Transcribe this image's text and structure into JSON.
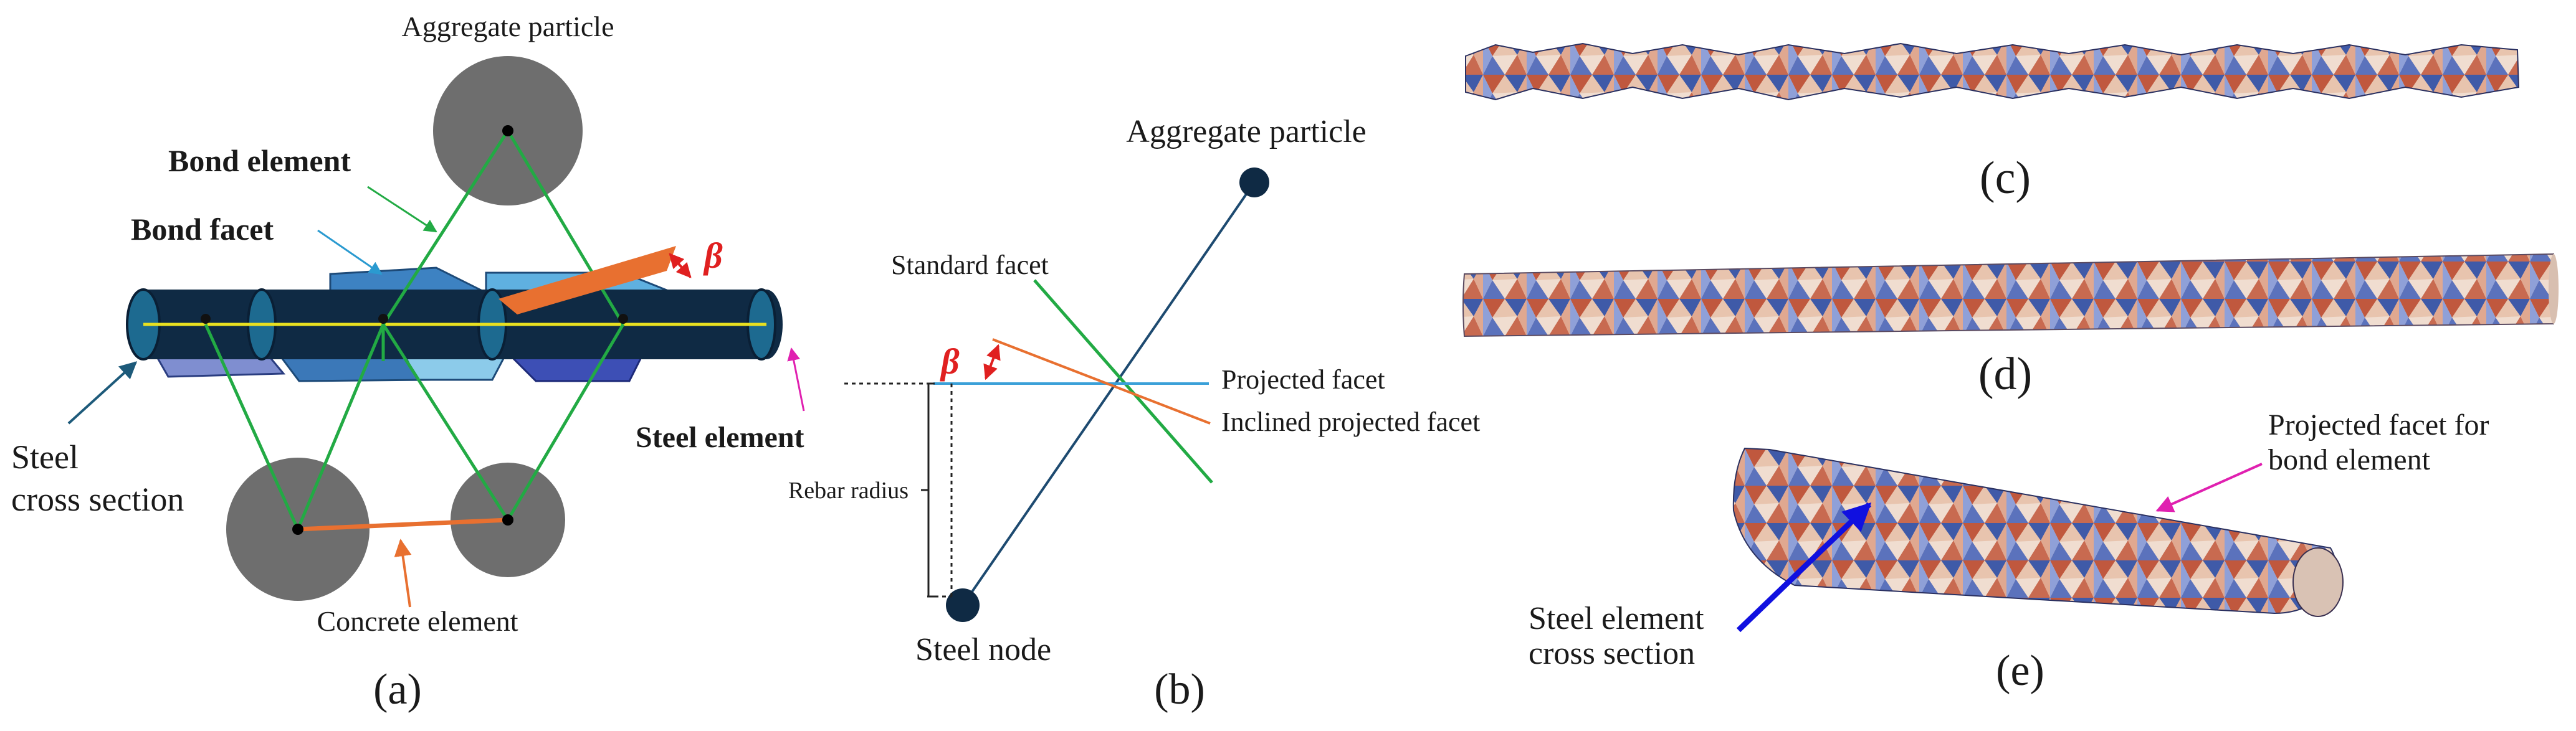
{
  "panel_a": {
    "aggregate_top": "Aggregate particle",
    "bond_element": "Bond element",
    "bond_facet": "Bond facet",
    "beta": "β",
    "steel_cross_section_1": "Steel",
    "steel_cross_section_2": "cross section",
    "steel_element": "Steel element",
    "concrete_element": "Concrete element",
    "caption": "(a)"
  },
  "panel_b": {
    "aggregate": "Aggregate particle",
    "standard_facet": "Standard facet",
    "beta": "β",
    "projected_facet": "Projected facet",
    "inclined_projected_facet": "Inclined projected facet",
    "rebar_radius": "Rebar radius",
    "steel_node": "Steel node",
    "caption": "(b)"
  },
  "panel_c": {
    "caption": "(c)"
  },
  "panel_d": {
    "caption": "(d)"
  },
  "panel_e": {
    "projected_facet_1": "Projected facet for",
    "projected_facet_2": "bond element",
    "steel_element_1": "Steel element",
    "steel_element_2": "cross section",
    "caption": "(e)"
  },
  "colors": {
    "steel": "#0f2a44",
    "bond_green": "#22aa44",
    "concrete_orange": "#e87030",
    "facet_blue": "#4a90c8",
    "particle_gray": "#6e6e6e",
    "projected_line": "#3aa0d8",
    "magenta_arrow": "#e020b0",
    "blue_arrow": "#1010e0"
  }
}
